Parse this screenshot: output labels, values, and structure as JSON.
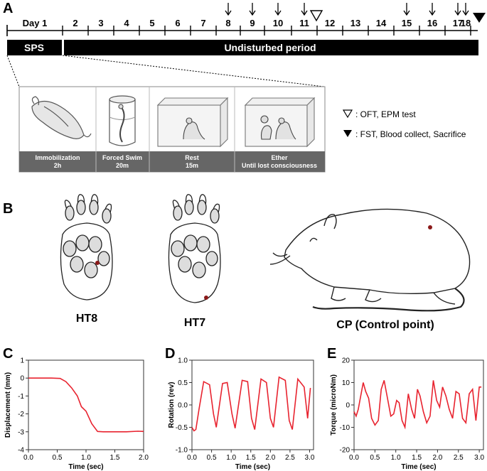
{
  "panel_labels": {
    "a": "A",
    "b": "B",
    "c": "C",
    "d": "D",
    "e": "E"
  },
  "timeline": {
    "day_labels": [
      "Day 1",
      "2",
      "3",
      "4",
      "5",
      "6",
      "7",
      "8",
      "9",
      "10",
      "11",
      "12",
      "13",
      "14",
      "15",
      "16",
      "17",
      "18"
    ],
    "arrow_days": [
      "8",
      "9",
      "10",
      "11",
      "15",
      "16",
      "17",
      "18"
    ],
    "open_triangle_day": "12",
    "filled_triangle_day": "18",
    "bar_sps": "SPS",
    "bar_undisturbed": "Undisturbed period"
  },
  "sps_steps": [
    {
      "name": "Immobilization",
      "duration": "2h"
    },
    {
      "name": "Forced Swim",
      "duration": "20m"
    },
    {
      "name": "Rest",
      "duration": "15m"
    },
    {
      "name": "Ether",
      "duration": "Until lost consciousness"
    }
  ],
  "legend": {
    "open": ": OFT, EPM test",
    "filled": ": FST, Blood collect, Sacrifice"
  },
  "acupoints": {
    "ht8": "HT8",
    "ht7": "HT7",
    "cp": "CP (Control point)"
  },
  "colors": {
    "trace": "#e8232f",
    "dot": "#8b1a1a",
    "bar": "#000000",
    "caption_bg": "#666666"
  },
  "chart_data": [
    {
      "type": "line",
      "ylabel": "Displacement (mm)",
      "xlabel": "Time (sec)",
      "xlim": [
        0,
        2.0
      ],
      "ylim": [
        -4,
        1
      ],
      "xticks": [
        "0.0",
        "0.5",
        "1.0",
        "1.5",
        "2.0"
      ],
      "yticks": [
        "1",
        "0",
        "-1",
        "-2",
        "-3",
        "-4"
      ],
      "x": [
        0,
        0.2,
        0.4,
        0.55,
        0.65,
        0.75,
        0.85,
        0.92,
        1.0,
        1.05,
        1.1,
        1.2,
        1.3,
        1.5,
        1.7,
        1.9,
        2.0
      ],
      "values": [
        0,
        0,
        0,
        -0.02,
        -0.2,
        -0.55,
        -1.0,
        -1.6,
        -1.85,
        -2.2,
        -2.55,
        -2.98,
        -3.0,
        -3.0,
        -3.0,
        -2.97,
        -2.98
      ]
    },
    {
      "type": "line",
      "ylabel": "Rotation (rev)",
      "xlabel": "Time (sec)",
      "xlim": [
        0,
        3.1
      ],
      "ylim": [
        -1.0,
        1.0
      ],
      "xticks": [
        "0.0",
        "0.5",
        "1.0",
        "1.5",
        "2.0",
        "2.5",
        "3.0"
      ],
      "yticks": [
        "1.0",
        "0.5",
        "0.0",
        "-0.5",
        "-1.0"
      ],
      "x": [
        0,
        0.05,
        0.1,
        0.18,
        0.3,
        0.45,
        0.55,
        0.62,
        0.78,
        0.9,
        1.02,
        1.1,
        1.28,
        1.42,
        1.52,
        1.6,
        1.76,
        1.9,
        2.0,
        2.08,
        2.22,
        2.38,
        2.48,
        2.56,
        2.7,
        2.86,
        2.95,
        3.02
      ],
      "values": [
        -0.5,
        -0.58,
        -0.55,
        -0.1,
        0.52,
        0.45,
        -0.2,
        -0.5,
        0.48,
        0.5,
        -0.2,
        -0.52,
        0.55,
        0.52,
        -0.3,
        -0.55,
        0.58,
        0.5,
        -0.3,
        -0.5,
        0.62,
        0.55,
        -0.35,
        -0.55,
        0.58,
        0.4,
        -0.3,
        0.38
      ]
    },
    {
      "type": "line",
      "ylabel": "Torque (microNm)",
      "xlabel": "Time (sec)",
      "xlim": [
        0,
        3.1
      ],
      "ylim": [
        -20,
        20
      ],
      "xticks": [
        "0.0",
        "0.5",
        "1.0",
        "1.5",
        "2.0",
        "2.5",
        "3.0"
      ],
      "yticks": [
        "20",
        "10",
        "0",
        "-10",
        "-20"
      ],
      "x": [
        0,
        0.05,
        0.1,
        0.15,
        0.22,
        0.28,
        0.35,
        0.42,
        0.5,
        0.58,
        0.65,
        0.72,
        0.8,
        0.88,
        0.95,
        1.02,
        1.08,
        1.15,
        1.22,
        1.3,
        1.38,
        1.45,
        1.52,
        1.58,
        1.66,
        1.74,
        1.82,
        1.9,
        1.98,
        2.05,
        2.12,
        2.2,
        2.28,
        2.36,
        2.44,
        2.52,
        2.6,
        2.68,
        2.76,
        2.84,
        2.92,
        3.0,
        3.05
      ],
      "values": [
        -3,
        -5,
        -2,
        3,
        10,
        6,
        3,
        -6,
        -9,
        -7,
        7,
        11,
        3,
        -5,
        -4,
        2,
        1,
        -7,
        -10,
        5,
        -2,
        -6,
        7,
        4,
        -3,
        -8,
        -5,
        11,
        2,
        -1,
        8,
        4,
        -2,
        -6,
        6,
        5,
        -6,
        -8,
        5,
        7,
        -7,
        8,
        8
      ]
    }
  ]
}
